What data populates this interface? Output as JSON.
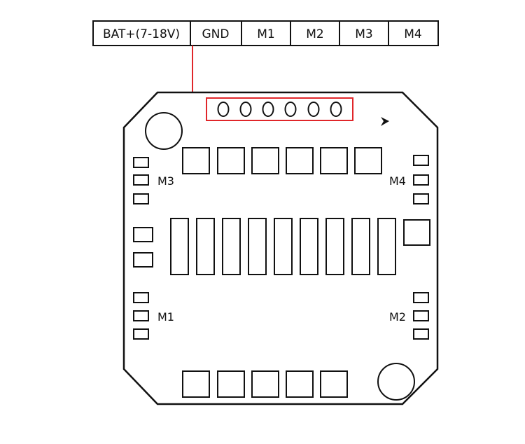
{
  "header_cells": [
    "BAT+(7-18V)",
    "GND",
    "M1",
    "M2",
    "M3",
    "M4"
  ],
  "motor_labels": {
    "top_left": "M3",
    "top_right": "M4",
    "bottom_left": "M1",
    "bottom_right": "M2"
  },
  "colors": {
    "outline": "#111111",
    "highlight": "#e0262a",
    "background": "#ffffff"
  },
  "icons": [
    "direction-arrow-icon"
  ]
}
